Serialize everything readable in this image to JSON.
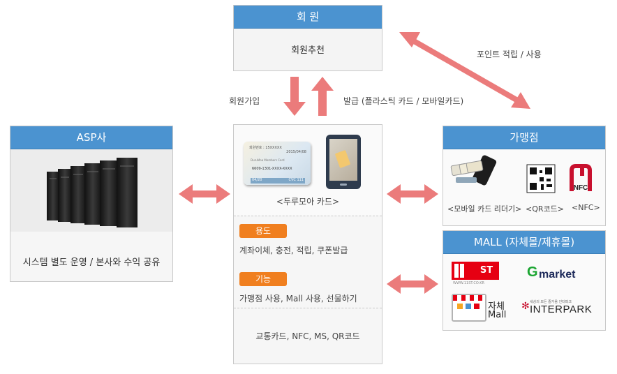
{
  "member": {
    "title": "회 원",
    "body": "회원추천"
  },
  "asp": {
    "title": "ASP사",
    "body": "시스템 별도 운영 / 본사와 수익 공유"
  },
  "merchant": {
    "title": "가맹점",
    "items": [
      "<모바일 카드 리더기>",
      "<QR코드>",
      "<NFC>"
    ]
  },
  "mall": {
    "title": "MALL (자체몰/제휴몰)",
    "logos": {
      "st_label": "ST",
      "st_url": "WWW.11ST.CO.KR",
      "gmarket_g": "G",
      "gmarket_rest": "market",
      "own_mall_1": "자체",
      "own_mall_2": "Mall",
      "interpark": "INTERPARK",
      "interpark_tag": "세상의 모든 즐거움 인터파크"
    }
  },
  "center": {
    "caption": "<두루모아 카드>",
    "usage_badge": "용도",
    "usage_text": "계좌이체, 충전, 적립, 쿠폰발급",
    "feature_badge": "기능",
    "feature_text": "가맹점 사용, Mall 사용, 선물하기",
    "extra_text": "교통카드, NFC, MS, QR코드",
    "card": {
      "number_label": "회원번호 : 15XXXXX",
      "date": "2015/04/08",
      "name": "DuruMoa Members Card",
      "number": "6609-1301-XXXX-XXXX",
      "expiry": "04/20",
      "cvc": "CVC 111"
    }
  },
  "arrows": {
    "join": "회원가입",
    "issue": "발급 (플라스틱 카드 / 모바일카드)",
    "points": "포인트 적립 / 사용"
  },
  "colors": {
    "header": "#4b93d0",
    "badge": "#f07f1f",
    "arrow": "#eb7b7b"
  }
}
